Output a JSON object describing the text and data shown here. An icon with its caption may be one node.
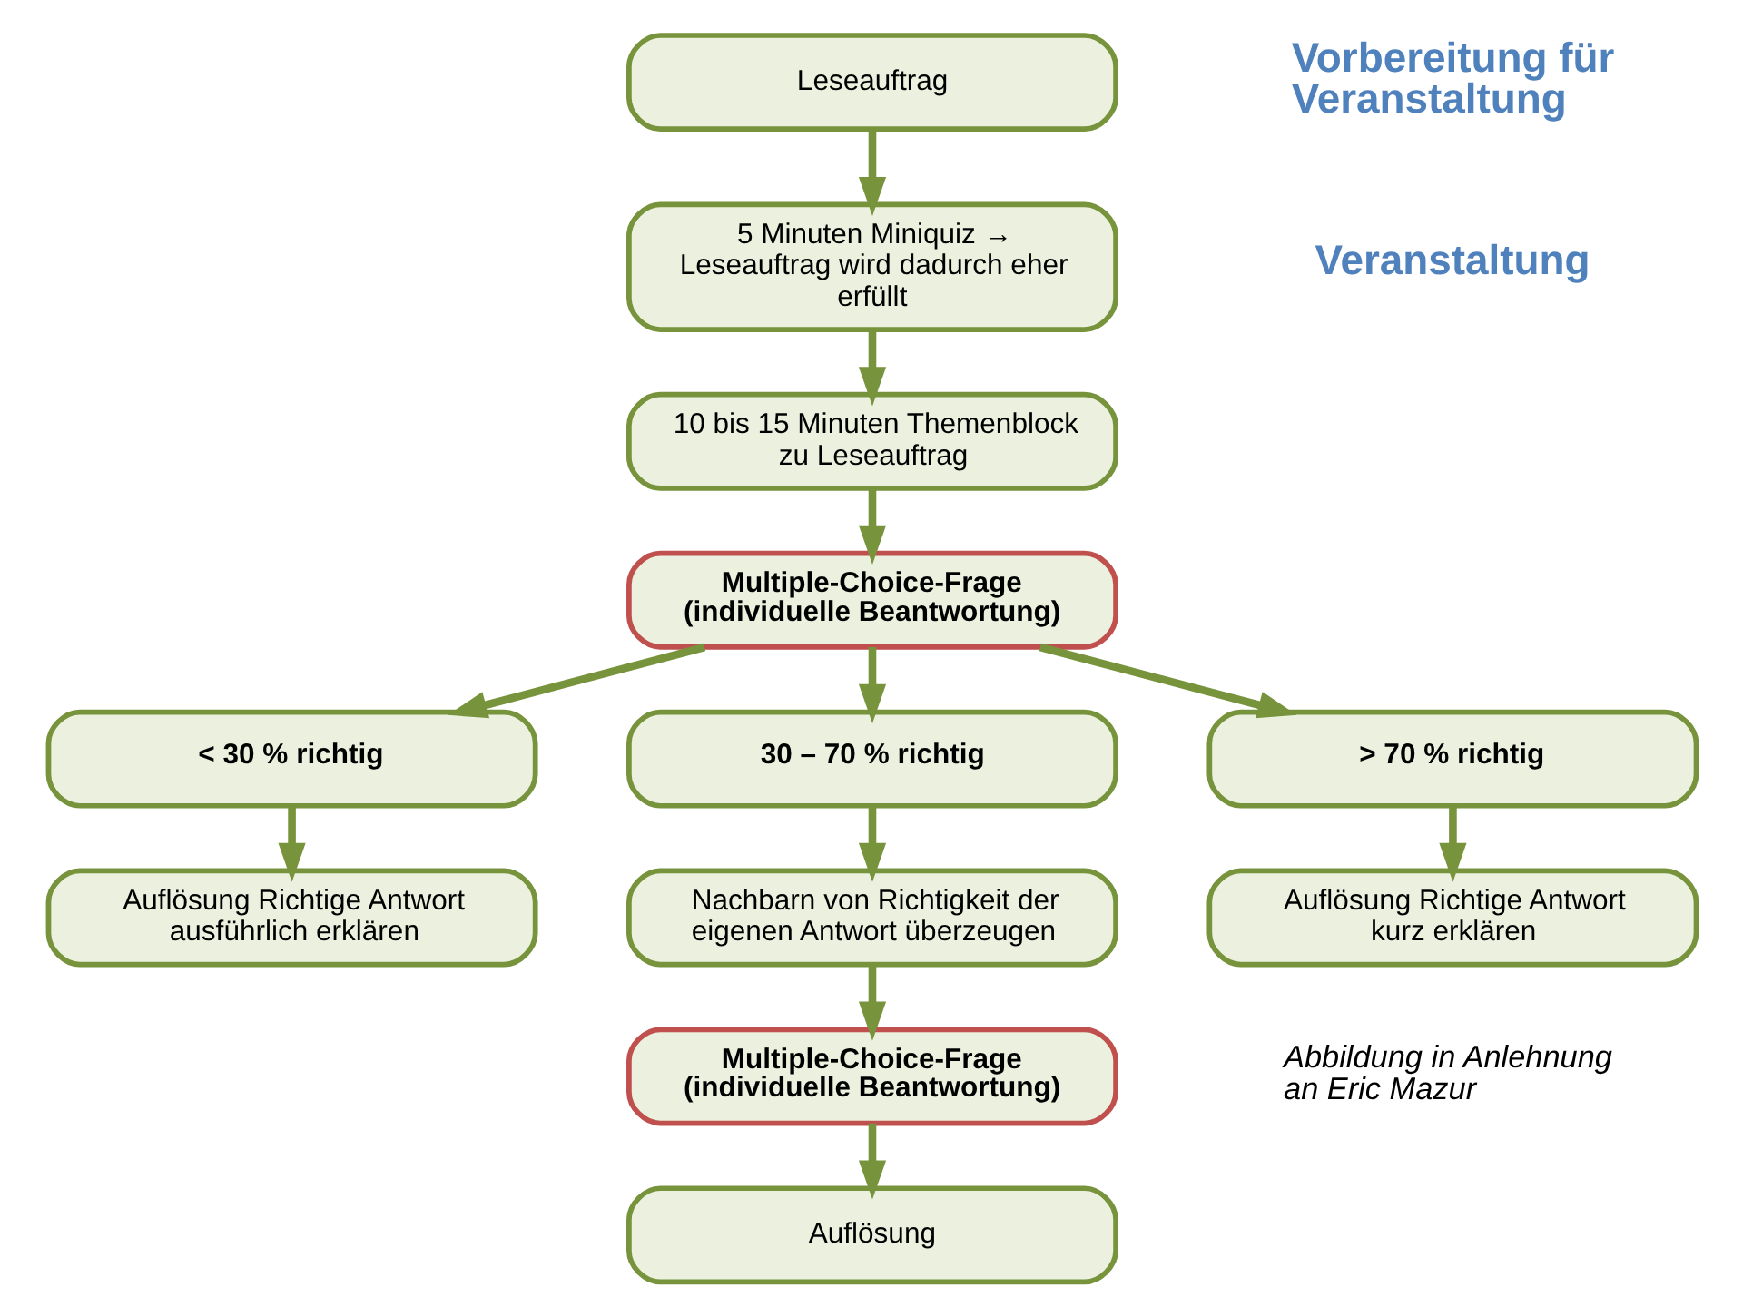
{
  "diagram": {
    "nodes": [
      {
        "text": [
          "Leseauftrag"
        ]
      },
      {
        "text": [
          "5 Minuten Miniquiz → Leseauftrag wird dadurch eher erfüllt"
        ]
      },
      {
        "text": [
          "10 bis 15 Minuten Themenblock zu Leseauftrag"
        ]
      },
      {
        "text": [
          "Multiple-Choice-Frage (individuelle Beantwortung)"
        ]
      },
      {
        "text": [
          "< 30 % richtig"
        ]
      },
      {
        "text": [
          "30 – 70 % richtig"
        ]
      },
      {
        "text": [
          "> 70 % richtig"
        ]
      },
      {
        "text": [
          "Auflösung Richtige Antwort ausführlich erklären"
        ]
      },
      {
        "text": [
          "Nachbarn von Richtigkeit der eigenen Antwort überzeugen"
        ]
      },
      {
        "text": [
          "Auflösung Richtige Antwort kurz erklären"
        ]
      },
      {
        "text": [
          "Multiple-Choice-Frage (individuelle Beantwortung)"
        ]
      },
      {
        "text": [
          "Auflösung"
        ]
      }
    ],
    "edges": [
      {
        "from": 0,
        "to": 1,
        "arrow": "to"
      },
      {
        "from": 1,
        "to": 2,
        "arrow": "to"
      },
      {
        "from": 2,
        "to": 3,
        "arrow": "to"
      },
      {
        "from": 3,
        "to": 4,
        "arrow": "to"
      },
      {
        "from": 3,
        "to": 5,
        "arrow": "to"
      },
      {
        "from": 3,
        "to": 6,
        "arrow": "to"
      },
      {
        "from": 4,
        "to": 7,
        "arrow": "to"
      },
      {
        "from": 5,
        "to": 8,
        "arrow": "to"
      },
      {
        "from": 6,
        "to": 9,
        "arrow": "to"
      },
      {
        "from": 8,
        "to": 10,
        "arrow": "to"
      },
      {
        "from": 10,
        "to": 11,
        "arrow": "to"
      }
    ],
    "labels": [
      "Vorbereitung für Veranstaltung",
      "Veranstaltung",
      "Abbildung in Anlehnung an Eric Mazur"
    ]
  }
}
